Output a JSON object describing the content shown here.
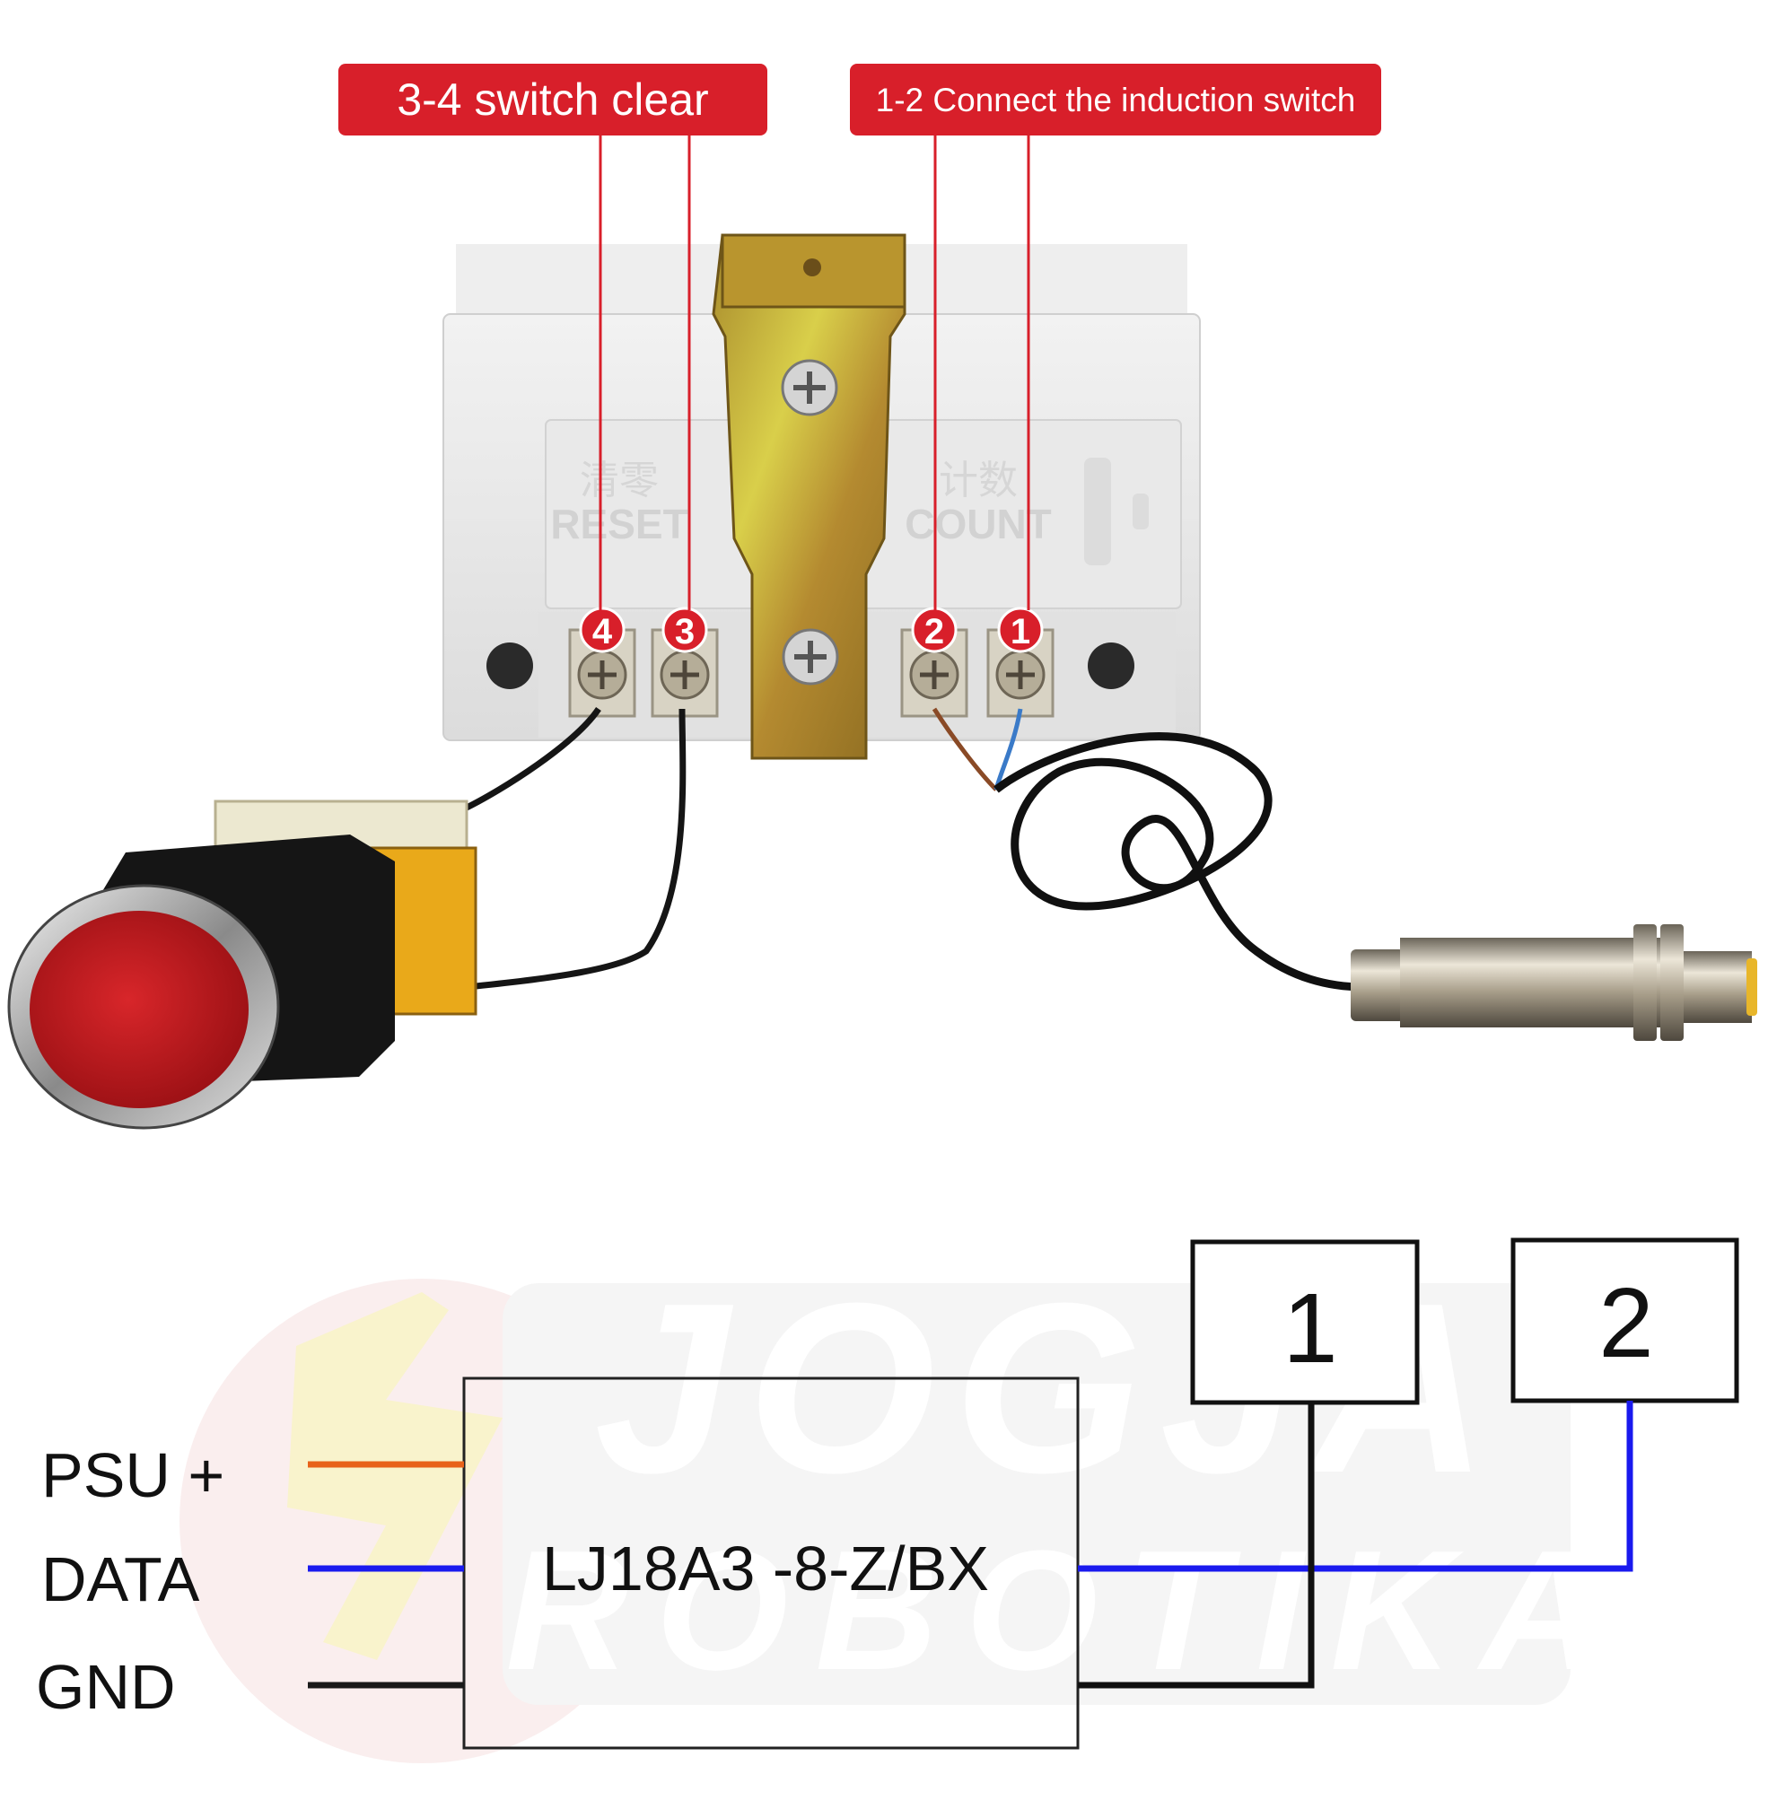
{
  "callouts": {
    "reset": "3-4 switch clear",
    "count": "1-2 Connect the induction switch"
  },
  "device": {
    "reset_label": "RESET",
    "reset_label_cn": "清零",
    "count_label": "COUNT",
    "count_label_cn": "计数",
    "terminals": [
      "4",
      "3",
      "2",
      "1"
    ]
  },
  "schematic": {
    "sensor_model": "LJ18A3 -8-Z/BX",
    "pins": [
      "1",
      "2"
    ],
    "wires": [
      {
        "label": "PSU +",
        "color": "#e8621a"
      },
      {
        "label": "DATA",
        "color": "#1a1aee"
      },
      {
        "label": "GND",
        "color": "#1a1a1a"
      }
    ]
  },
  "watermark": {
    "line1": "JOGJA",
    "line2": "ROBOTIKA"
  },
  "colors": {
    "callout_red": "#d81f2a",
    "wire_blue": "#1a1aee",
    "wire_black": "#111111",
    "wire_orange": "#e8621a",
    "housing_grey": "#e6e6e6",
    "bracket_yellow": "#c9a53a"
  }
}
